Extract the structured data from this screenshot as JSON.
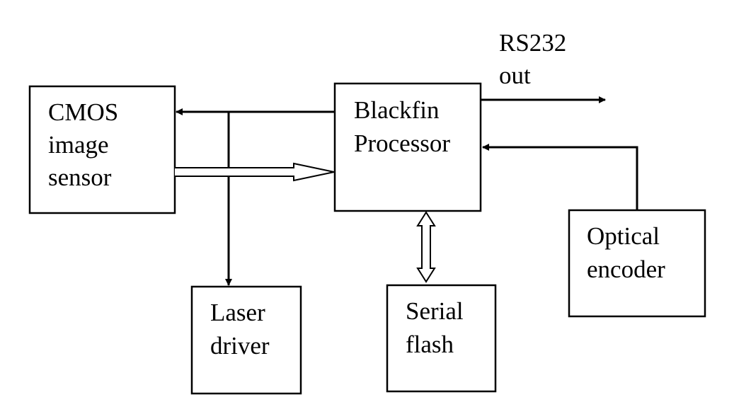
{
  "blocks": {
    "cmos": {
      "line1": "CMOS",
      "line2": "image",
      "line3": "sensor"
    },
    "blackfin": {
      "line1": "Blackfin",
      "line2": "Processor"
    },
    "laser": {
      "line1": "Laser",
      "line2": "driver"
    },
    "flash": {
      "line1": "Serial",
      "line2": "flash"
    },
    "encoder": {
      "line1": "Optical",
      "line2": "encoder"
    }
  },
  "output": {
    "line1": "RS232",
    "line2": "out"
  }
}
